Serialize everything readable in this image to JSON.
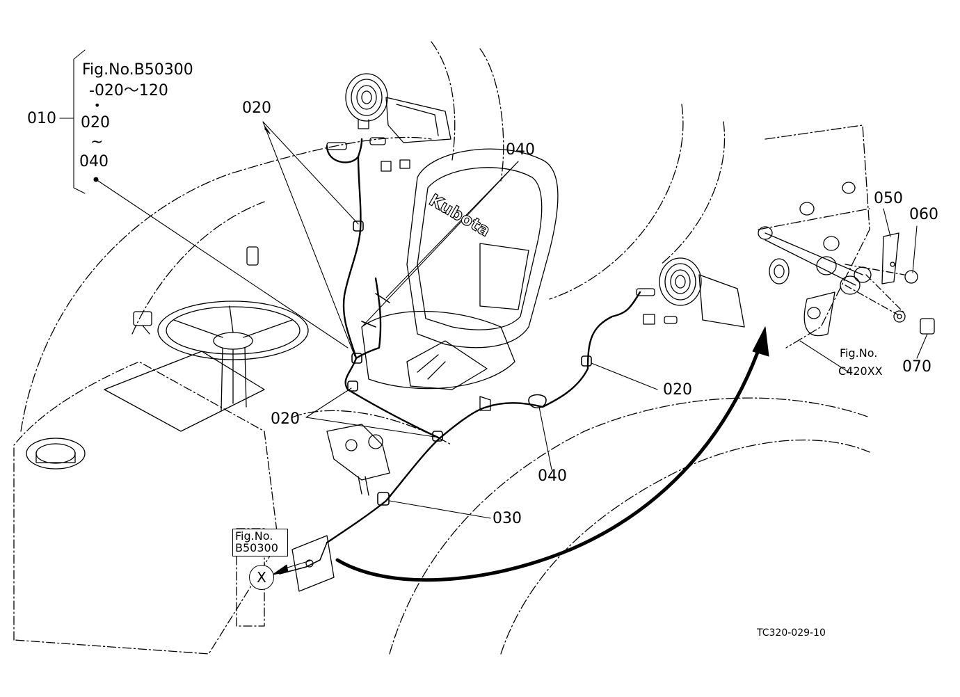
{
  "labels": {
    "part_010": "010",
    "fig_ref_1": "Fig.No.B50300",
    "fig_range": "-020～120",
    "bullet": "•",
    "sub_020": "020",
    "tilde": "~",
    "sub_040": "040",
    "part_020_top": "020",
    "part_040_top": "040",
    "part_050": "050",
    "part_060": "060",
    "part_070": "070",
    "part_020_right": "020",
    "part_020_left": "020",
    "part_040_bottom": "040",
    "part_030": "030",
    "fig_c420_line1": "Fig.No.",
    "fig_c420_line2": "C420XX",
    "fig_b50300_line1": "Fig.No.",
    "fig_b50300_line2": "B50300",
    "ref_x": "X",
    "drawing_code": "TC320-029-10",
    "seat_logo": "Kubota"
  }
}
